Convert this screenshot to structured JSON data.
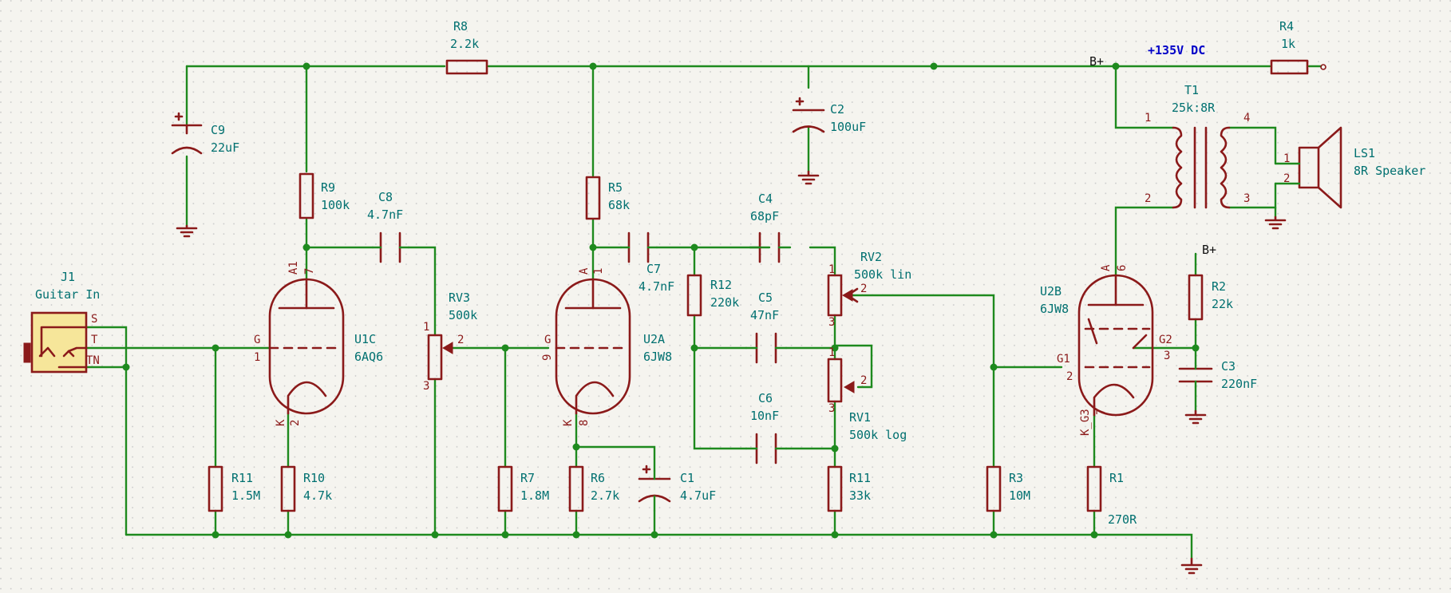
{
  "colors": {
    "wire": "#1e8a1e",
    "component": "#8b1a1a",
    "text": "#007070",
    "power_label": "#0000c8",
    "background": "#f5f4ef",
    "grid_dot": "#c9c9c9"
  },
  "labels": {
    "power": "+135V DC",
    "bplus_top": "B+",
    "bplus_g2": "B+"
  },
  "components": {
    "r8": {
      "ref": "R8",
      "value": "2.2k"
    },
    "r4": {
      "ref": "R4",
      "value": "1k"
    },
    "c9": {
      "ref": "C9",
      "value": "22uF"
    },
    "c2": {
      "ref": "C2",
      "value": "100uF"
    },
    "t1": {
      "ref": "T1",
      "value": "25k:8R",
      "pins": [
        "1",
        "2",
        "3",
        "4"
      ]
    },
    "ls1": {
      "ref": "LS1",
      "value": "8R Speaker",
      "pins": [
        "1",
        "2"
      ]
    },
    "r9": {
      "ref": "R9",
      "value": "100k"
    },
    "c8": {
      "ref": "C8",
      "value": "4.7nF"
    },
    "r5": {
      "ref": "R5",
      "value": "68k"
    },
    "c4": {
      "ref": "C4",
      "value": "68pF"
    },
    "c7": {
      "ref": "C7",
      "value": "4.7nF"
    },
    "r12": {
      "ref": "R12",
      "value": "220k"
    },
    "c5": {
      "ref": "C5",
      "value": "47nF"
    },
    "c6": {
      "ref": "C6",
      "value": "10nF"
    },
    "rv2": {
      "ref": "RV2",
      "value": "500k lin",
      "pins": [
        "1",
        "2",
        "3"
      ]
    },
    "rv1": {
      "ref": "RV1",
      "value": "500k log",
      "pins": [
        "1",
        "2",
        "3"
      ]
    },
    "rv3": {
      "ref": "RV3",
      "value": "500k",
      "pins": [
        "1",
        "2",
        "3"
      ]
    },
    "j1": {
      "ref": "J1",
      "value": "Guitar In",
      "pins": [
        "S",
        "T",
        "TN"
      ]
    },
    "u1c": {
      "ref": "U1C",
      "value": "6AQ6",
      "pins": {
        "a_name": "A1",
        "a_num": "7",
        "g_name": "G",
        "g_num": "1",
        "k_name": "K",
        "k_num": "2"
      }
    },
    "u2a": {
      "ref": "U2A",
      "value": "6JW8",
      "pins": {
        "a_name": "A",
        "a_num": "1",
        "g_name": "G",
        "g_num": "9",
        "k_name": "K",
        "k_num": "8"
      }
    },
    "u2b": {
      "ref": "U2B",
      "value": "6JW8",
      "pins": {
        "a_name": "A",
        "a_num": "6",
        "g1_name": "G1",
        "g1_num": "2",
        "g2_name": "G2",
        "g2_num": "3",
        "kg3_name": "K_G3",
        "kg3_num": "7"
      }
    },
    "r11a": {
      "ref": "R11",
      "value": "1.5M"
    },
    "r10": {
      "ref": "R10",
      "value": "4.7k"
    },
    "r7": {
      "ref": "R7",
      "value": "1.8M"
    },
    "r6": {
      "ref": "R6",
      "value": "2.7k"
    },
    "c1": {
      "ref": "C1",
      "value": "4.7uF"
    },
    "r11b": {
      "ref": "R11",
      "value": "33k"
    },
    "r3": {
      "ref": "R3",
      "value": "10M"
    },
    "r2": {
      "ref": "R2",
      "value": "22k"
    },
    "c3": {
      "ref": "C3",
      "value": "220nF"
    },
    "r1": {
      "ref": "R1",
      "value": "270R"
    }
  }
}
